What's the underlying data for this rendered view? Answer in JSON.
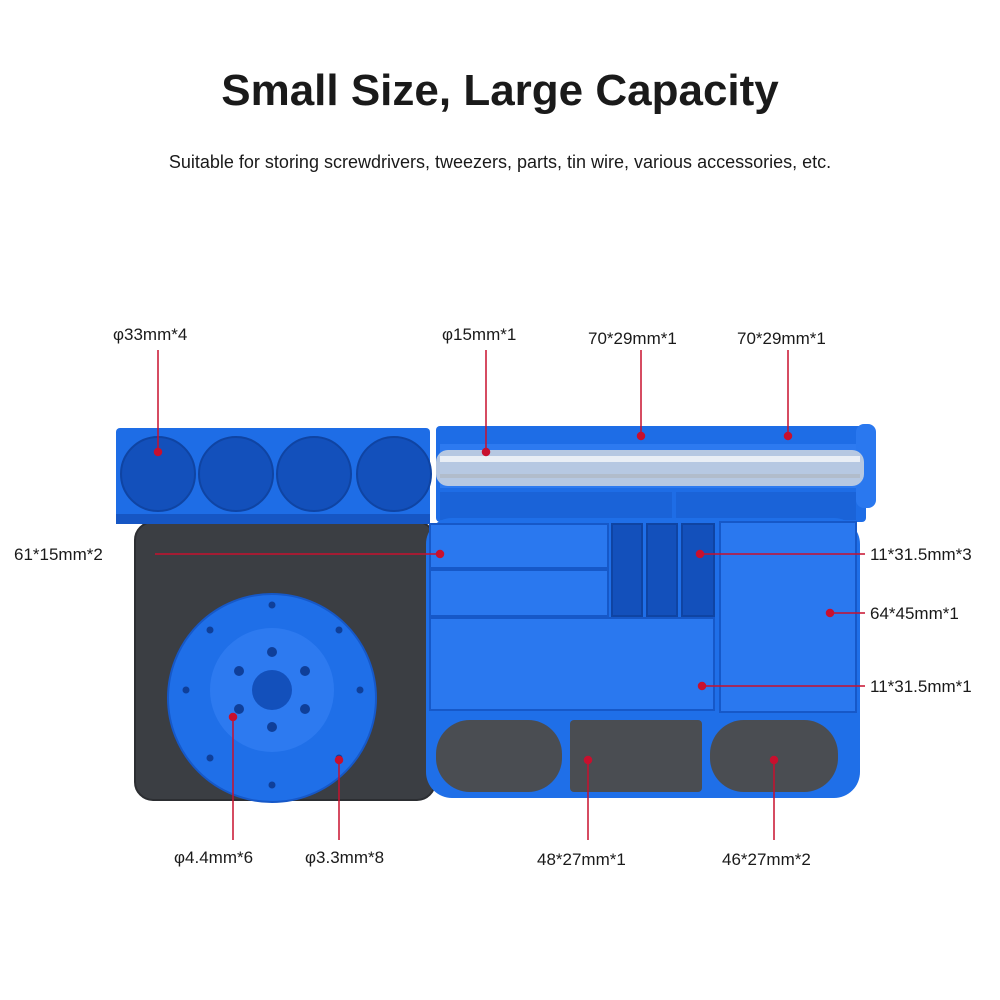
{
  "header": {
    "title": "Small Size, Large Capacity",
    "subtitle": "Suitable for storing screwdrivers, tweezers, parts, tin wire, various accessories, etc."
  },
  "annotations": {
    "holes_33": "φ33mm*4",
    "tube_15": "φ15mm*1",
    "slot_70_a": "70*29mm*1",
    "slot_70_b": "70*29mm*1",
    "slot_61": "61*15mm*2",
    "slot_11_a": "11*31.5mm*3",
    "slot_64": "64*45mm*1",
    "slot_11_b": "11*31.5mm*1",
    "holes_44": "φ4.4mm*6",
    "holes_33mm": "φ3.3mm*8",
    "pad_48": "48*27mm*1",
    "pad_46": "46*27mm*2"
  },
  "colors": {
    "tray_blue": "#1f6fe8",
    "tray_blue_dark": "#1656c4",
    "mat_dark": "#3a3d42",
    "leader_red": "#c8102e"
  }
}
